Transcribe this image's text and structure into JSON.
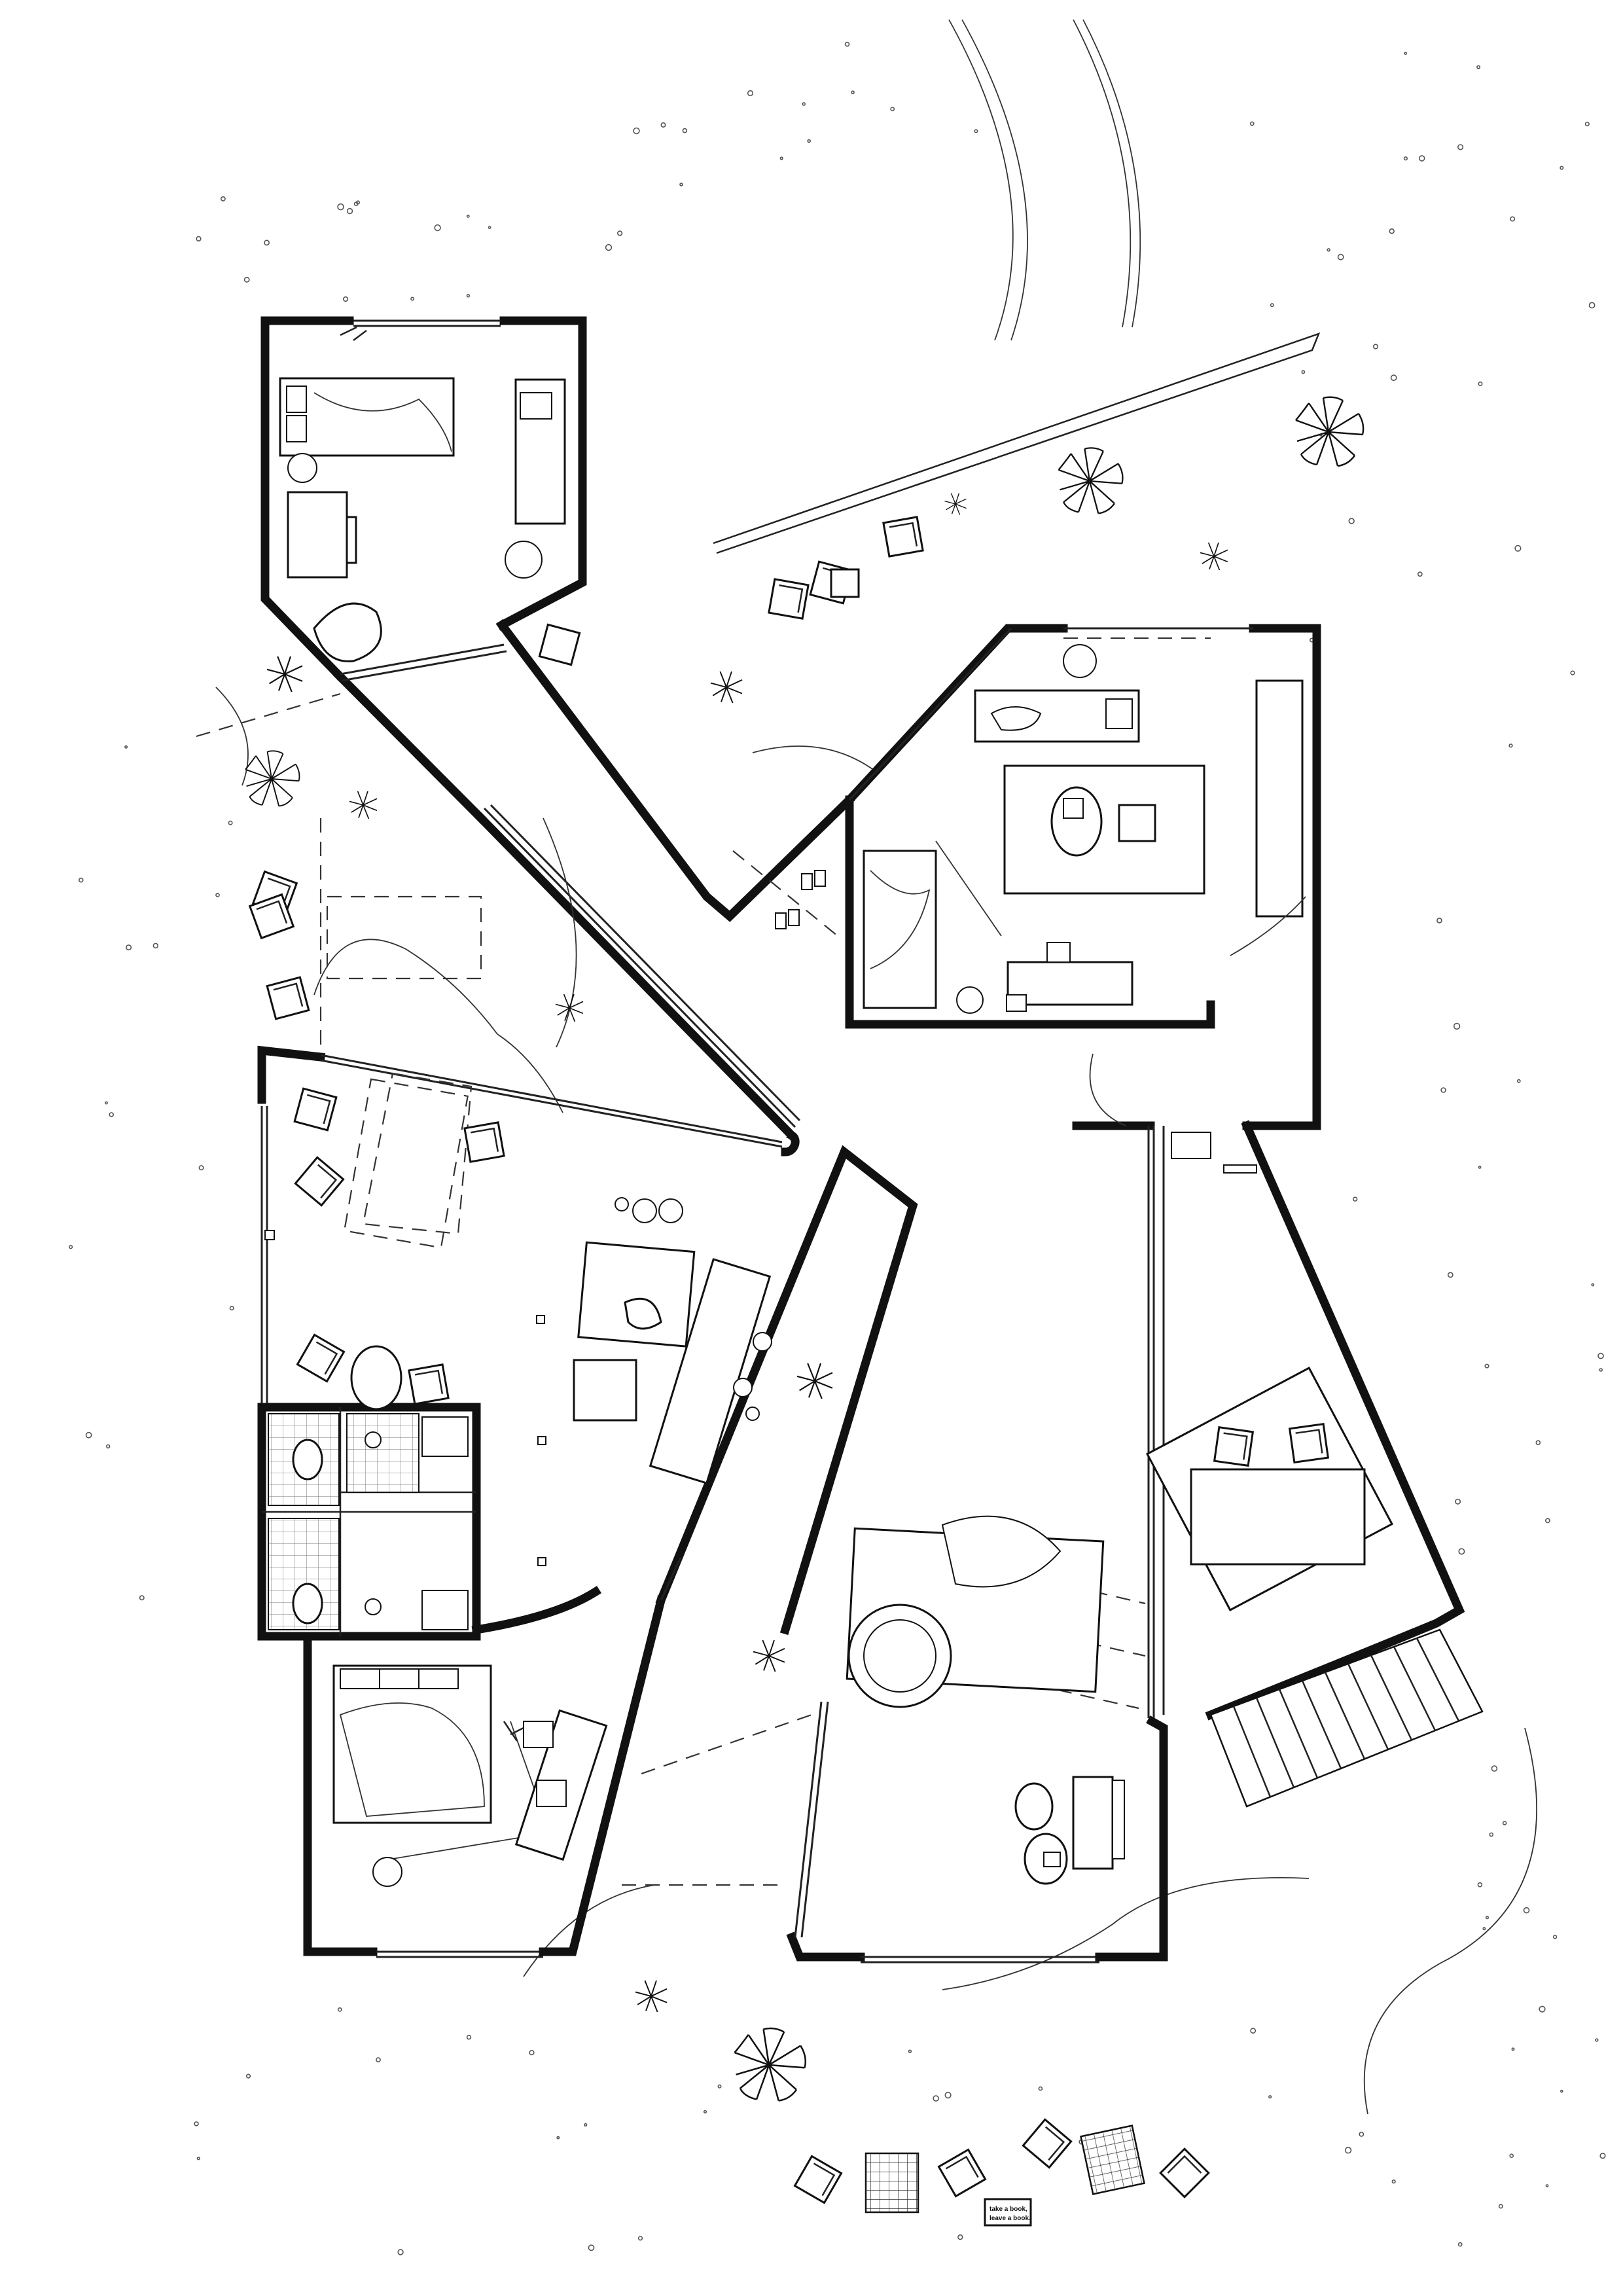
{
  "drawing": {
    "type": "floor plan",
    "style": "black line drawing on white"
  },
  "labels": {
    "sign_line_1": "take a book,",
    "sign_line_2": "leave a book."
  },
  "colors": {
    "line": "#111111",
    "background": "#ffffff"
  }
}
